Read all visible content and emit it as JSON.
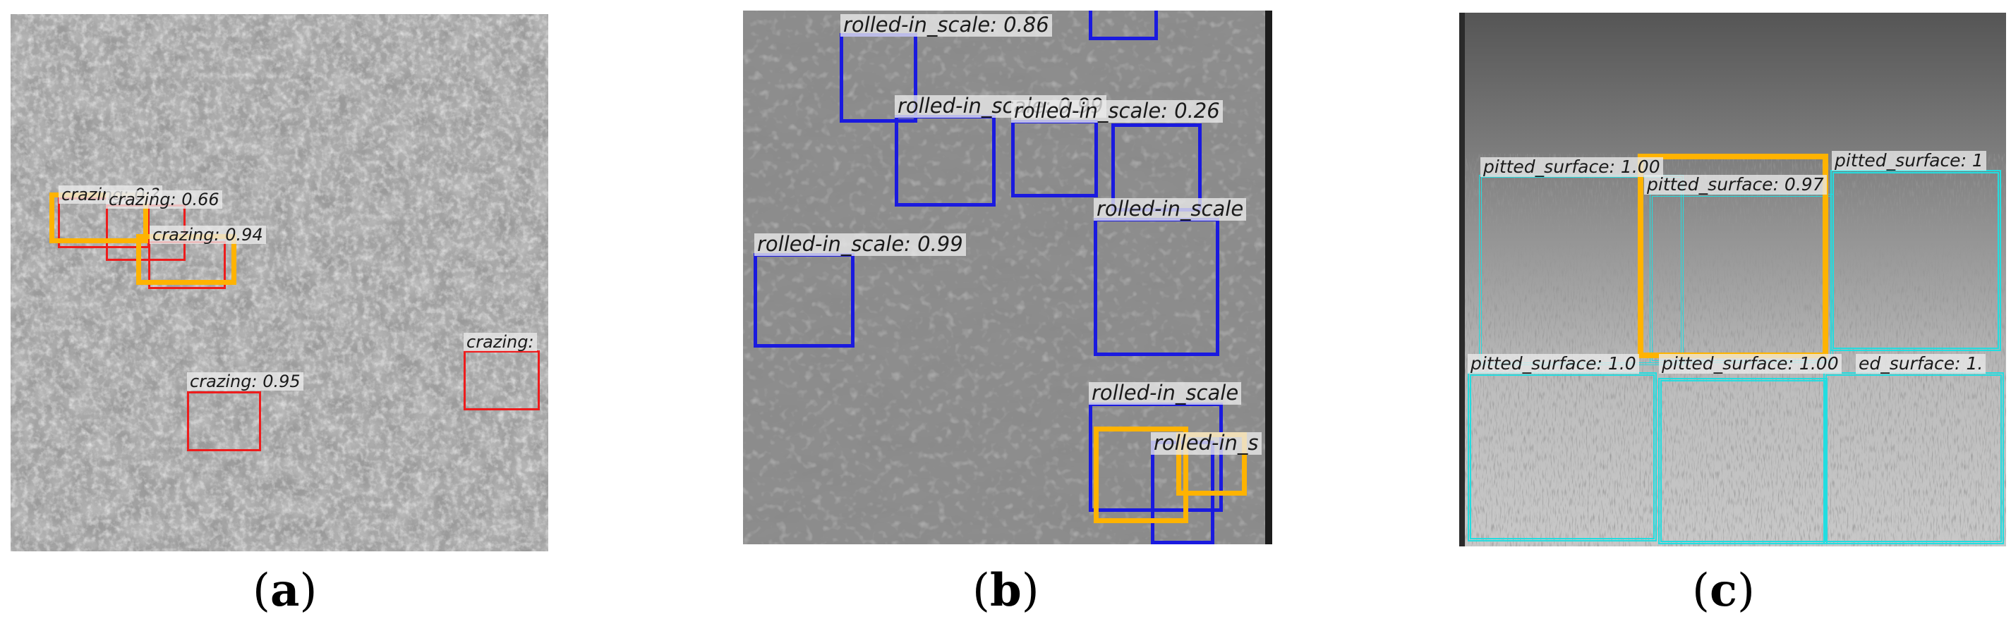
{
  "colors": {
    "crazing_box": "#ee1c1c",
    "rolled_in_scale_box": "#1a1adf",
    "pitted_surface_box": "#22dde0",
    "missed_defect_box": "#ffb300"
  },
  "panels": [
    {
      "caption_letter": "a",
      "labels": [
        "crazing: 0.?",
        "crazing: 0.66",
        "crazing: 0.94",
        "crazing: 0.95",
        "crazing:"
      ]
    },
    {
      "caption_letter": "b",
      "labels": [
        "rolled-in_scale: 0.86",
        "rolled-in_scale: 0.99",
        "rolled-in_scale: 0.26",
        "rolled-in_scale",
        "rolled-in_scale: 0.99",
        "rolled-in_scale",
        "rolled-in_s"
      ]
    },
    {
      "caption_letter": "c",
      "labels": [
        "pitted_surface: 1.00",
        "pitted_surface: 0.97",
        "pitted_surface: 1",
        "pitted_surface: 1.0",
        "pitted_surface: 1.00",
        "ed_surface: 1."
      ]
    }
  ]
}
